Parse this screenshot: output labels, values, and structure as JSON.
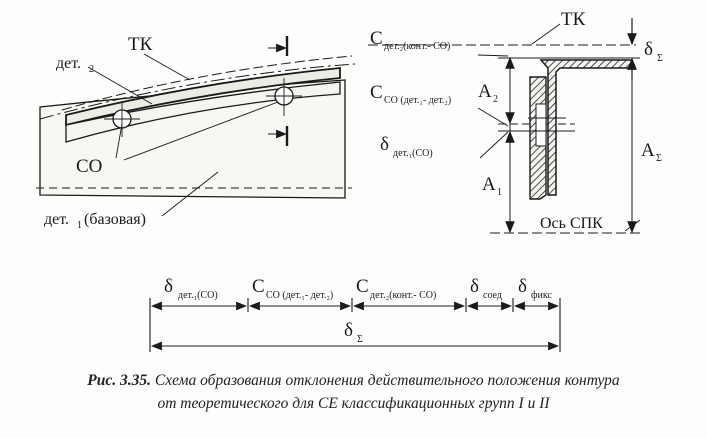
{
  "labels": {
    "tk_left": "ТК",
    "det2": "дет.",
    "det2_sub": "2",
    "co": "СО",
    "det1": "дет.",
    "det1_sub": "1",
    "det1_rest": "(базовая)",
    "tk_right": "ТК",
    "c_det2_main": "С",
    "c_det2_sub": "дет.₂(конт.- СО)",
    "c_co_main": "С",
    "c_co_sub": "СО (дет.₁- дет.₂)",
    "delta_det1_main": "δ",
    "delta_det1_sub": "дет.₁(СО)",
    "a2_main": "А",
    "a2_sub": "2",
    "a1_main": "А",
    "a1_sub": "1",
    "delta_sigma_main": "δ",
    "delta_sigma_sub": "Σ",
    "a_sigma_main": "А",
    "a_sigma_sub": "Σ",
    "axis_spk": "Ось СПК"
  },
  "chain": {
    "seg1_main": "δ",
    "seg1_sub": "дет.₁(СО)",
    "seg2_main": "С",
    "seg2_sub": "СО (дет.₁- дет.₂)",
    "seg3_main": "С",
    "seg3_sub": "дет.₂(конт.- СО)",
    "seg4_main": "δ",
    "seg4_sub": "соед",
    "seg5_main": "δ",
    "seg5_sub": "фикс",
    "total_main": "δ",
    "total_sub": "Σ"
  },
  "caption": {
    "prefix": "Рис. 3.35.",
    "line1": " Схема образования отклонения действительного положения контура",
    "line2": "от теоретического для СЕ классификационных групп I и II"
  }
}
